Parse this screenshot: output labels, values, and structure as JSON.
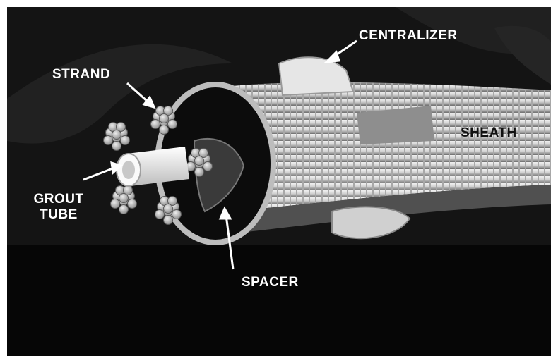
{
  "figure": {
    "labels": {
      "centralizer": "CENTRALIZER",
      "strand": "STRAND",
      "sheath": "SHEATH",
      "grout_line1": "GROUT",
      "grout_line2": "TUBE",
      "spacer": "SPACER"
    },
    "colors": {
      "frame": "#ffffff",
      "photo_bg": "#141414",
      "label_light": "#ffffff",
      "label_dark": "#111111",
      "sheath": "#d8d8d8",
      "strand": "#c9c9c9",
      "grout_tube": "#f1f1f1"
    }
  }
}
